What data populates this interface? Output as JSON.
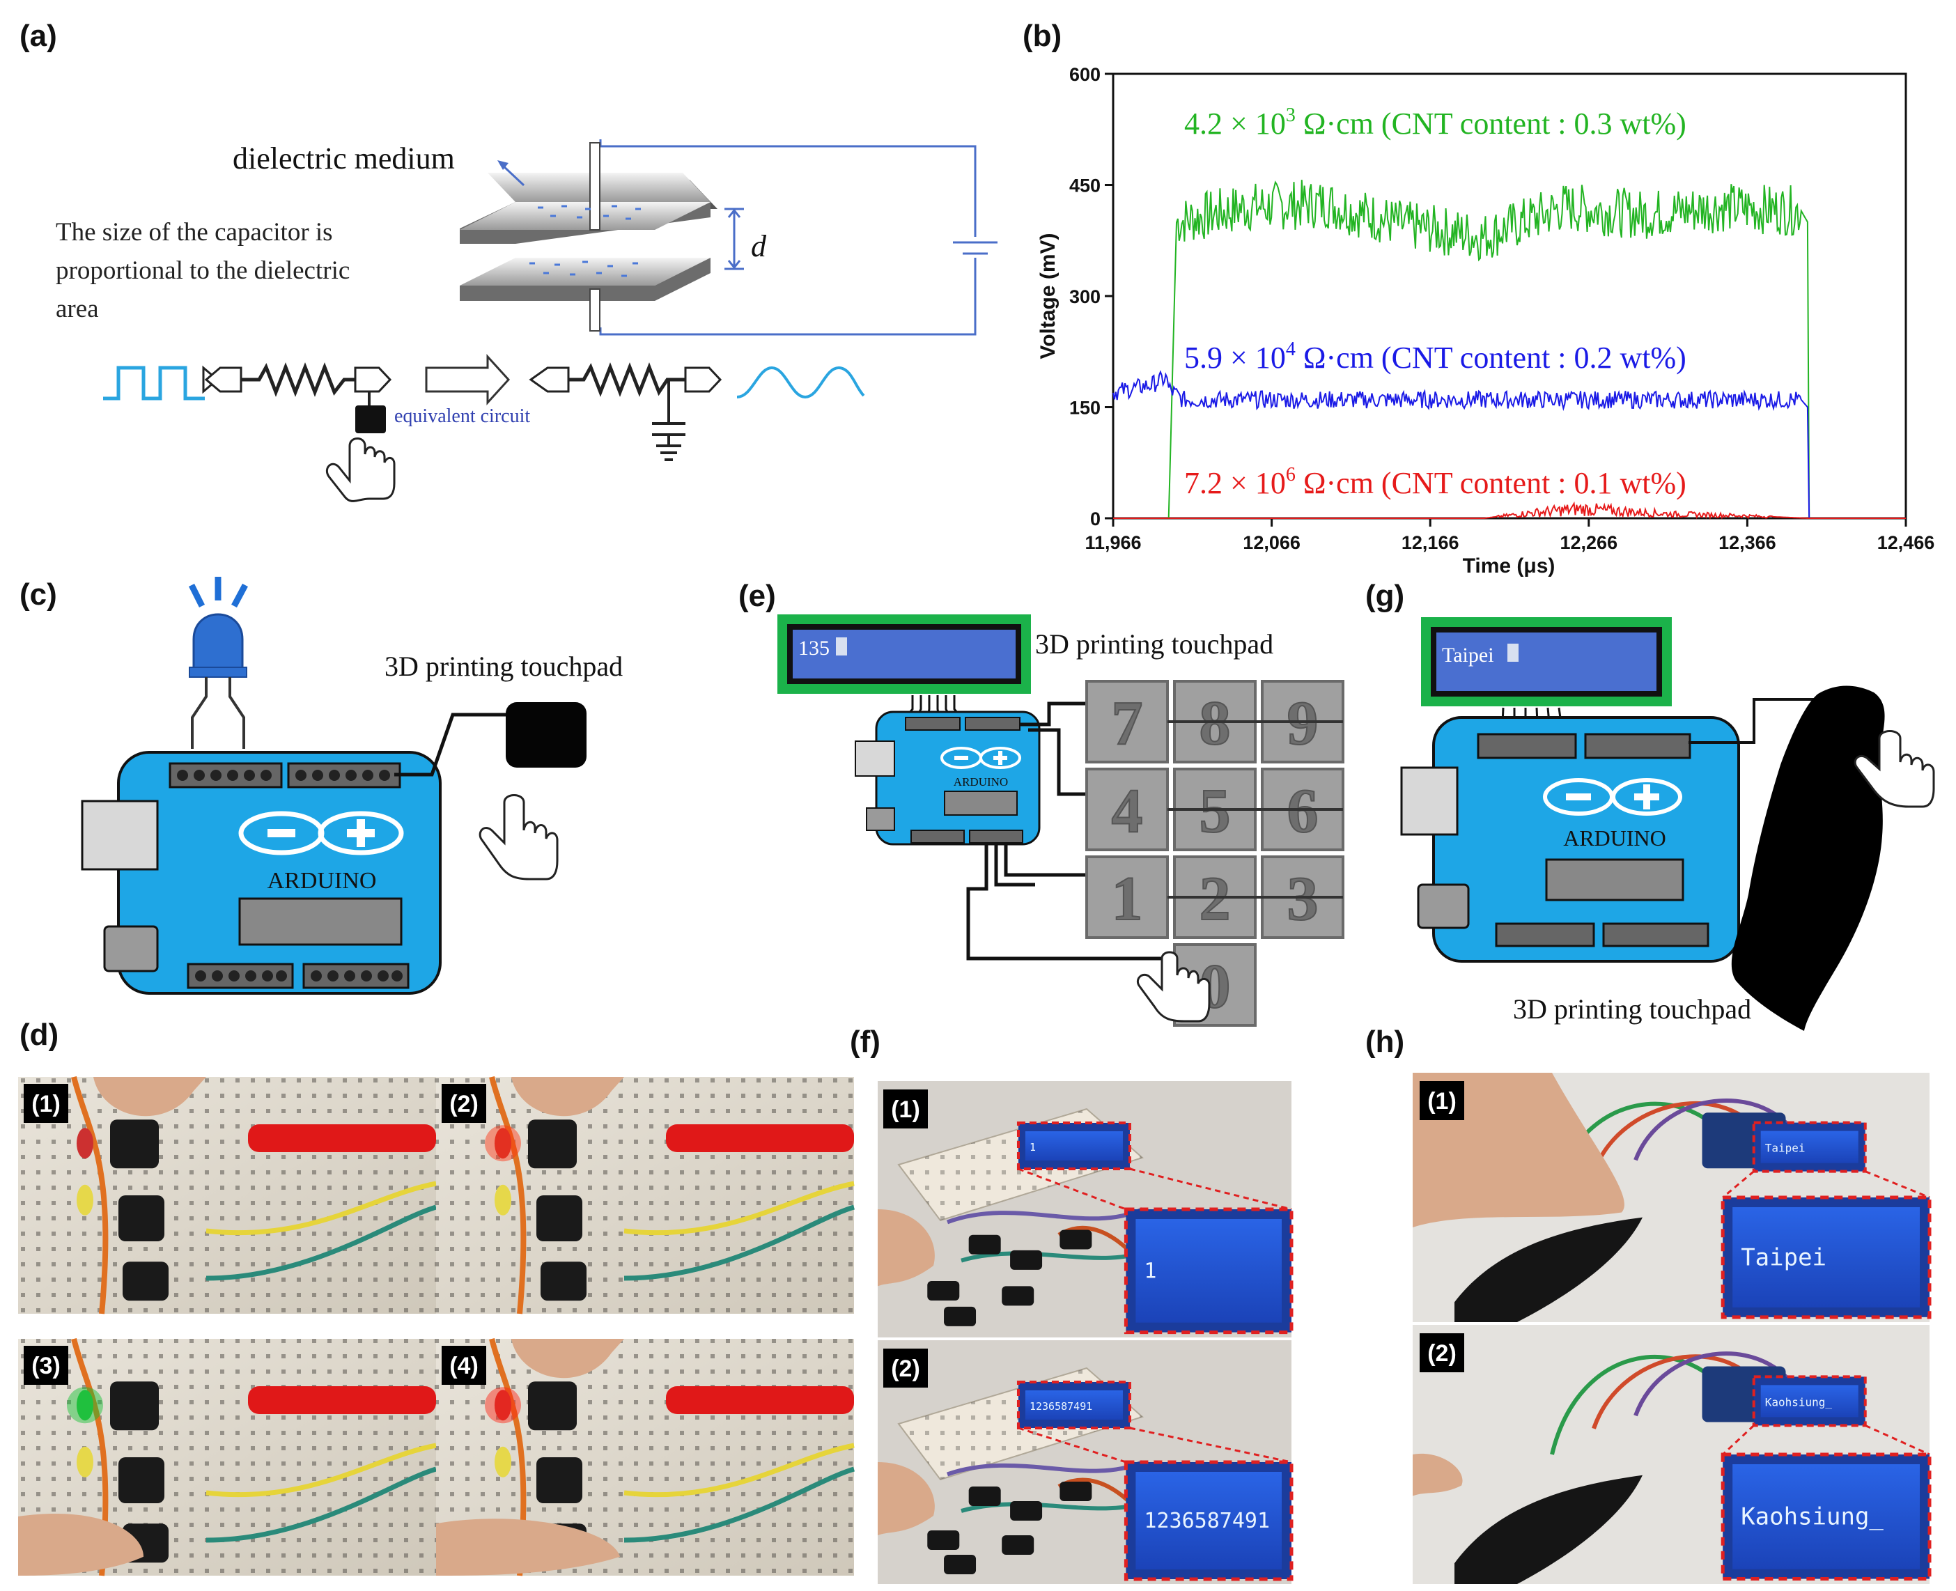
{
  "panels": {
    "a": "(a)",
    "b": "(b)",
    "c": "(c)",
    "d": "(d)",
    "e": "(e)",
    "f": "(f)",
    "g": "(g)",
    "h": "(h)"
  },
  "panel_a": {
    "dielectric_label": "dielectric medium",
    "description": [
      "The size of the capacitor is",
      "proportional  to the dielectric",
      "area"
    ],
    "gap_label": "d",
    "equivalent_circuit": "equivalent circuit"
  },
  "panel_b": {
    "ylabel": "Voltage (mV)",
    "xlabel": "Time (μs)",
    "series_labels": [
      {
        "value": "4.2 × 10",
        "exp": "3",
        "rest": " Ω·cm  (CNT content : 0.3 wt%)",
        "color": "#22b422"
      },
      {
        "value": "5.9 × 10",
        "exp": "4",
        "rest": " Ω·cm  (CNT content : 0.2 wt%)",
        "color": "#1a1ae6"
      },
      {
        "value": "7.2 × 10",
        "exp": "6",
        "rest": " Ω·cm  (CNT content : 0.1 wt%)",
        "color": "#e61a1a"
      }
    ]
  },
  "chart_data": {
    "type": "line",
    "title": "",
    "xlabel": "Time (μs)",
    "ylabel": "Voltage (mV)",
    "xlim": [
      11966,
      12466
    ],
    "ylim": [
      0,
      600
    ],
    "x_ticks": [
      "11,966",
      "12,066",
      "12,166",
      "12,266",
      "12,366",
      "12,466"
    ],
    "y_ticks": [
      "0",
      "150",
      "300",
      "450",
      "600"
    ],
    "series": [
      {
        "name": "4.2 × 10³ Ω·cm  (CNT content : 0.3 wt%)",
        "color": "#22b422",
        "x": [
          11966,
          12000,
          12001,
          12006,
          12050,
          12100,
          12150,
          12200,
          12250,
          12300,
          12350,
          12400,
          12404,
          12405,
          12466
        ],
        "y": [
          0,
          0,
          0,
          400,
          420,
          425,
          395,
          380,
          420,
          410,
          420,
          415,
          400,
          0,
          0
        ]
      },
      {
        "name": "5.9 × 10⁴ Ω·cm  (CNT content : 0.2 wt%)",
        "color": "#1a1ae6",
        "x": [
          11966,
          11990,
          12000,
          12001,
          12010,
          12100,
          12200,
          12300,
          12400,
          12404,
          12405,
          12466
        ],
        "y": [
          170,
          180,
          190,
          175,
          160,
          160,
          160,
          160,
          160,
          150,
          0,
          0
        ]
      },
      {
        "name": "7.2 × 10⁶ Ω·cm  (CNT content : 0.1 wt%)",
        "color": "#e61a1a",
        "x": [
          11966,
          12200,
          12230,
          12260,
          12290,
          12320,
          12360,
          12404,
          12466
        ],
        "y": [
          0,
          0,
          8,
          14,
          10,
          6,
          4,
          0,
          0
        ]
      }
    ]
  },
  "panel_c": {
    "touchpad_label": "3D printing touchpad",
    "board_label": "ARDUINO"
  },
  "panel_e": {
    "lcd_text": "135",
    "touchpad_label": "3D printing touchpad",
    "board_label": "ARDUINO",
    "keys": [
      "7",
      "8",
      "9",
      "4",
      "5",
      "6",
      "1",
      "2",
      "3",
      "0"
    ]
  },
  "panel_g": {
    "lcd_text": "Taipei",
    "touchpad_label": "3D printing touchpad",
    "board_label": "ARDUINO"
  },
  "panel_d": {
    "photos": [
      "(1)",
      "(2)",
      "(3)",
      "(4)"
    ]
  },
  "panel_f": {
    "photos": [
      "(1)",
      "(2)"
    ],
    "lcd_texts": [
      "1",
      "1236587491"
    ]
  },
  "panel_h": {
    "photos": [
      "(1)",
      "(2)"
    ],
    "lcd_texts": [
      "Taipei",
      "Kaohsiung_"
    ]
  }
}
